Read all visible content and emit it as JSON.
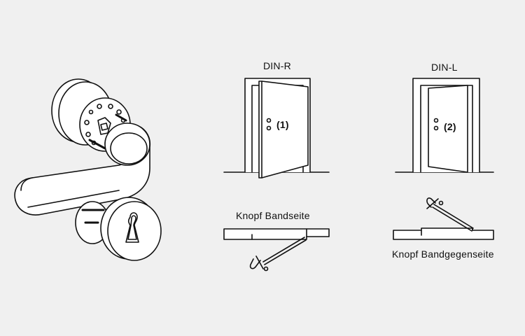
{
  "labels": {
    "din_r": "DIN-R",
    "din_l": "DIN-L",
    "door_r_number": "(1)",
    "door_l_number": "(2)",
    "knob_hinge_side": "Knopf Bandseite",
    "knob_opposite_hinge_side": "Knopf Bandgegenseite"
  },
  "colors": {
    "background": "#f0f0f0",
    "line": "#111111",
    "fill": "#ffffff"
  }
}
